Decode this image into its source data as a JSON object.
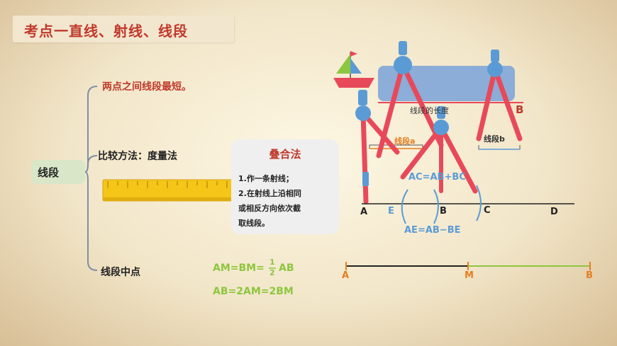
{
  "title": "考点一直线、射线、线段",
  "mindmap": {
    "root": "线段",
    "branch_shortest": "两点之间线段最短。",
    "branch_compare": "比较方法：度量法",
    "branch_midpoint": "线段中点"
  },
  "overlap_card": {
    "title": "叠合法",
    "line1": "1.作一条射线；",
    "line2": "2.在射线上沿相同",
    "line3": "或相反方向依次截",
    "line4": "取线段。"
  },
  "midpoint": {
    "formula1_prefix": "AM=BM=",
    "formula1_num": "1",
    "formula1_den": "2",
    "formula1_suffix": "AB",
    "formula2": "AB=2AM=2BM"
  },
  "diagram": {
    "banner_text": "线段的长度",
    "segment_a": "线段a",
    "segment_b": "线段b",
    "label_B_top": "B",
    "sum_formula": "AC=AB+BC",
    "diff_formula": "AE=AB−BE",
    "ray_points": [
      "A",
      "E",
      "B",
      "C",
      "D"
    ],
    "mid_points": [
      "A",
      "M",
      "B"
    ]
  },
  "colors": {
    "title_red": "#c0392b",
    "compass_red": "#e8495a",
    "compass_blue": "#5b9bd5",
    "green": "#8dc63f",
    "orange": "#e67e22",
    "ruler_yellow": "#f5c518"
  }
}
